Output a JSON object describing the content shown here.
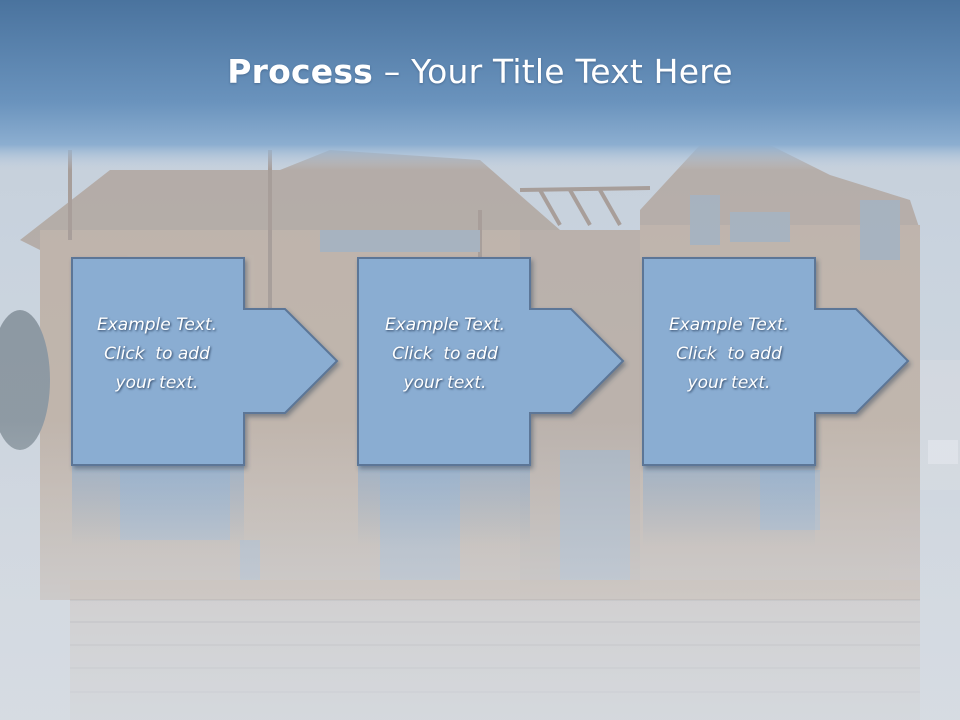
{
  "slide": {
    "title_bold": "Process",
    "title_rest": " – Your Title Text Here"
  },
  "steps": [
    {
      "lines": [
        "Example Text.",
        "Click  to add",
        "your text."
      ]
    },
    {
      "lines": [
        "Example Text.",
        "Click  to add",
        "your text."
      ]
    },
    {
      "lines": [
        "Example Text.",
        "Click  to add",
        "your text."
      ]
    }
  ],
  "colors": {
    "header_top": "#4f79a4",
    "header_bottom": "#7fa3c8",
    "box_fill": "#8aadd2",
    "box_stroke": "#5b7697",
    "text": "#ffffff"
  }
}
